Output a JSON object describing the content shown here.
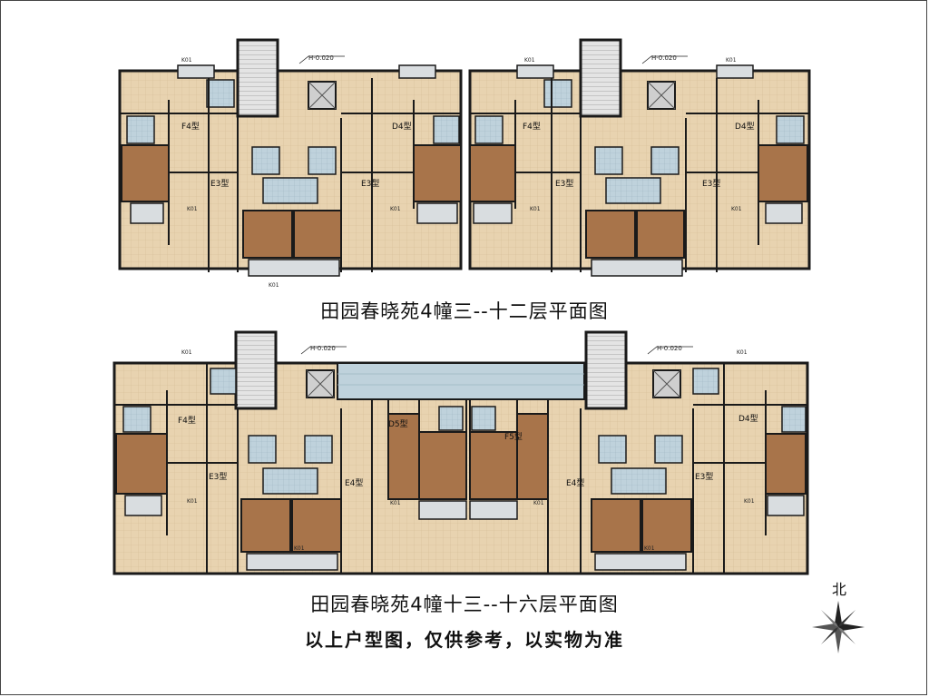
{
  "floor_plans": [
    {
      "id": "upper",
      "caption": "田园春晓苑4幢三--十二层平面图",
      "units": [
        {
          "label": "F4型"
        },
        {
          "label": "E3型"
        },
        {
          "label": "E3型"
        },
        {
          "label": "D4型"
        },
        {
          "label": "F4型"
        },
        {
          "label": "E3型"
        },
        {
          "label": "E3型"
        },
        {
          "label": "D4型"
        }
      ],
      "level_marks": [
        "H-0.020",
        "H-0.020"
      ],
      "window_codes": [
        "K01",
        "K01",
        "K01",
        "K01",
        "K01",
        "K01",
        "K01",
        "K01"
      ]
    },
    {
      "id": "lower",
      "caption": "田园春晓苑4幢十三--十六层平面图",
      "units": [
        {
          "label": "F4型"
        },
        {
          "label": "E3型"
        },
        {
          "label": "E4型"
        },
        {
          "label": "D5型"
        },
        {
          "label": "F5型"
        },
        {
          "label": "E4型"
        },
        {
          "label": "E3型"
        },
        {
          "label": "D4型"
        }
      ],
      "level_marks": [
        "H-0.020",
        "H-0.020"
      ],
      "window_codes": [
        "K01",
        "K01",
        "K01",
        "K01",
        "K01",
        "K01",
        "K01",
        "K01"
      ]
    }
  ],
  "disclaimer": "以上户型图，仅供参考，以实物为准",
  "north_label": "北",
  "colors": {
    "floor_tile": "#e8d3b0",
    "bedroom": "#a8744a",
    "bathroom": "#bfd2dc",
    "wall": "#1a1a1a",
    "balcony": "#d9dde0",
    "core": "#cfcfcf",
    "page_bg": "#ffffff"
  }
}
